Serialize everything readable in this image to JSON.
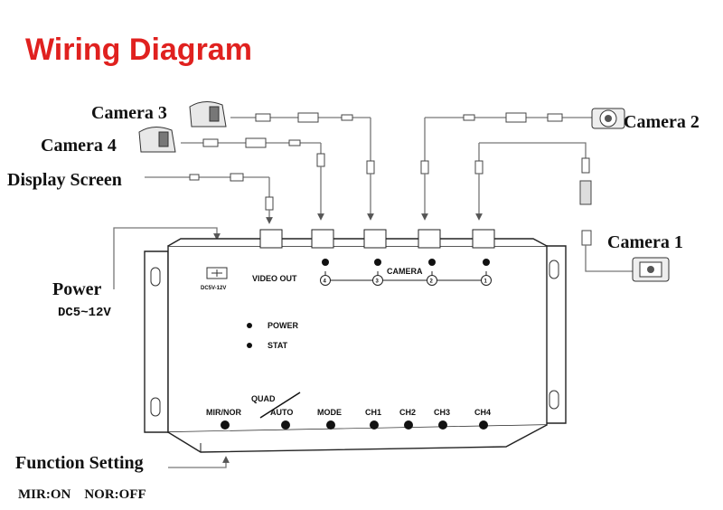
{
  "title": "Wiring Diagram",
  "labels": {
    "camera3": "Camera 3",
    "camera4": "Camera 4",
    "display": "Display Screen",
    "camera2": "Camera 2",
    "camera1": "Camera 1",
    "power": "Power",
    "power_spec": "DC5~12V",
    "function": "Function Setting",
    "function_note": "MIR:ON    NOR:OFF"
  },
  "panel": {
    "dc_label": "DC5V-12V",
    "video_out": "VIDEO OUT",
    "camera": "CAMERA",
    "port_nums": [
      "4",
      "3",
      "2",
      "1"
    ],
    "power_led": "POWER",
    "stat_led": "STAT",
    "quad": "QUAD",
    "buttons": [
      "MIR/NOR",
      "AUTO",
      "MODE",
      "CH1",
      "CH2",
      "CH3",
      "CH4"
    ]
  }
}
